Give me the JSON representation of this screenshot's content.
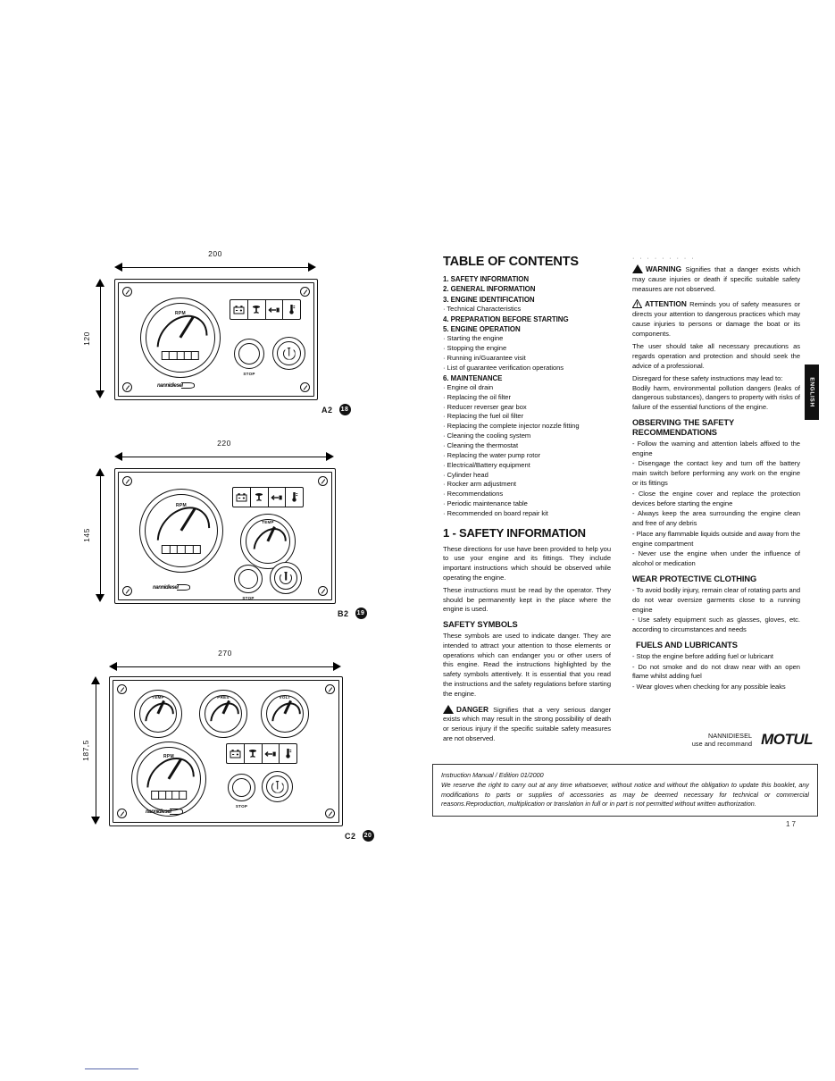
{
  "document": {
    "language_tab": "ENGLISH",
    "page_number": "17"
  },
  "diagrams": {
    "panels": [
      {
        "tag": "A2",
        "number": "18",
        "width_mm": "200",
        "height_mm": "120",
        "gauges": [
          {
            "label": "RPM"
          }
        ],
        "warning_lights": [
          "battery-icon",
          "oil-pressure-icon",
          "alternator-icon",
          "temperature-icon"
        ],
        "buttons": [
          "STOP",
          "power"
        ],
        "brand": "nannidiesel"
      },
      {
        "tag": "B2",
        "number": "19",
        "width_mm": "220",
        "height_mm": "145",
        "gauges": [
          {
            "label": "RPM"
          },
          {
            "label": "TEMP"
          }
        ],
        "warning_lights": [
          "battery-icon",
          "oil-pressure-icon",
          "alternator-icon",
          "temperature-icon"
        ],
        "buttons": [
          "STOP",
          "power"
        ],
        "brand": "nannidiesel"
      },
      {
        "tag": "C2",
        "number": "20",
        "width_mm": "270",
        "height_mm": "187,5",
        "gauges": [
          {
            "label": "TEMP"
          },
          {
            "label": "PRES"
          },
          {
            "label": "VOLT"
          },
          {
            "label": "RPM"
          }
        ],
        "warning_lights": [
          "battery-icon",
          "oil-pressure-icon",
          "alternator-icon",
          "temperature-icon"
        ],
        "buttons": [
          "STOP",
          "power"
        ],
        "brand": "nannidiesel"
      }
    ],
    "stop_label": "STOP"
  },
  "toc": {
    "title": "TABLE OF CONTENTS",
    "items": [
      {
        "text": "1. SAFETY INFORMATION",
        "type": "major"
      },
      {
        "text": "2. GENERAL INFORMATION",
        "type": "major"
      },
      {
        "text": "3. ENGINE IDENTIFICATION",
        "type": "major"
      },
      {
        "text": "Technical Characteristics",
        "type": "minor"
      },
      {
        "text": "4. PREPARATION BEFORE STARTING",
        "type": "major"
      },
      {
        "text": "5. ENGINE OPERATION",
        "type": "major"
      },
      {
        "text": "Starting the engine",
        "type": "minor"
      },
      {
        "text": "Stopping the engine",
        "type": "minor"
      },
      {
        "text": "Running in/Guarantee visit",
        "type": "minor"
      },
      {
        "text": "List of guarantee verification operations",
        "type": "minor"
      },
      {
        "text": "6. MAINTENANCE",
        "type": "major"
      },
      {
        "text": "Engine oil drain",
        "type": "minor"
      },
      {
        "text": "Replacing the oil filter",
        "type": "minor"
      },
      {
        "text": "Reducer reverser gear box",
        "type": "minor"
      },
      {
        "text": "Replacing the fuel oil filter",
        "type": "minor"
      },
      {
        "text": "Replacing the complete injector nozzle fitting",
        "type": "minor"
      },
      {
        "text": "Cleaning the cooling system",
        "type": "minor"
      },
      {
        "text": "Cleaning the thermostat",
        "type": "minor"
      },
      {
        "text": "Replacing the water pump rotor",
        "type": "minor"
      },
      {
        "text": "Electrical/Battery equipment",
        "type": "minor"
      },
      {
        "text": "Cylinder head",
        "type": "minor"
      },
      {
        "text": "Rocker arm adjustment",
        "type": "minor"
      },
      {
        "text": "Recommendations",
        "type": "minor"
      },
      {
        "text": "Periodic maintenance table",
        "type": "minor"
      },
      {
        "text": "Recommended on board repair kit",
        "type": "minor"
      }
    ]
  },
  "safety": {
    "heading": "1 - SAFETY INFORMATION",
    "intro_p1": "These directions for use have been provided to help you to use your engine and its fittings. They include important instructions which should be observed while operating the engine.",
    "intro_p2": "These instructions must be read by the operator. They should be permanently kept in the place where the engine is used.",
    "symbols_heading": "SAFETY SYMBOLS",
    "symbols_p1": "These symbols are used to indicate danger. They are intended to attract your attention to those elements or operations which can endanger you or other users of this engine. Read the instructions highlighted by the safety symbols attentively. It is essential that you read the instructions and the safety regulations before starting the engine.",
    "danger_kw": "DANGER",
    "danger_text": "Signifies that a very serious danger exists which may result in the strong possibility of death or serious injury if the specific suitable safety measures are not observed.",
    "warning_kw": "WARNING",
    "warning_text": "Signifies that a danger exists which may cause injuries or death if specific suitable safety measures are not observed.",
    "attention_kw": "ATTENTION",
    "attention_text": "Reminds you of safety measures or directs your attention to dangerous practices which may cause injuries to persons or damage the boat or its components.",
    "user_p1": "The user should take all necessary precautions as regards operation and protection and should seek the advice of a professional.",
    "user_p2": "Disregard for these safety instructions may lead to:",
    "user_p3": "Bodily harm, environmental pollution dangers (leaks of dangerous substances), dangers to property with risks of failure of the essential functions of the engine.",
    "observing_heading": "OBSERVING THE SAFETY RECOMMENDATIONS",
    "observing_items": [
      "- Follow the warning and attention labels affixed to the engine",
      "- Disengage the contact key and turn off the battery main switch before performing any work on the engine or its fittings",
      "- Close the engine cover and replace the protection devices before starting the engine",
      "- Always keep the area surrounding the engine clean and free of any debris",
      "- Place any flammable liquids outside and away from the engine compartment",
      "- Never use the engine when under the influence of alcohol or medication"
    ],
    "clothing_heading": "WEAR PROTECTIVE CLOTHING",
    "clothing_items": [
      "- To avoid bodily injury, remain clear of rotating parts and do not wear oversize garments close to a running engine",
      "- Use safety equipment such as glasses, gloves, etc. according to circumstances and needs"
    ],
    "fuels_heading": "FUELS AND LUBRICANTS",
    "fuels_items": [
      "- Stop the engine before adding fuel or lubricant",
      "- Do not smoke and do not draw near with an open flame whilst adding fuel",
      "- Wear gloves when checking for any possible leaks"
    ]
  },
  "footer": {
    "motul_line1": "NANNIDIESEL",
    "motul_line2": "use and recommand",
    "motul_logo": "MOTUL",
    "legal_line1": "Instruction Manual / Edition 01/2000",
    "legal_body": "We reserve the right to carry out at any time whatsoever, without notice and without the obligation to update this booklet, any modifications to parts or supplies of accessories as may be deemed necessary for technical or commercial reasons.Reproduction, multiplication or translation in full or in part is not permitted without written authorization."
  }
}
